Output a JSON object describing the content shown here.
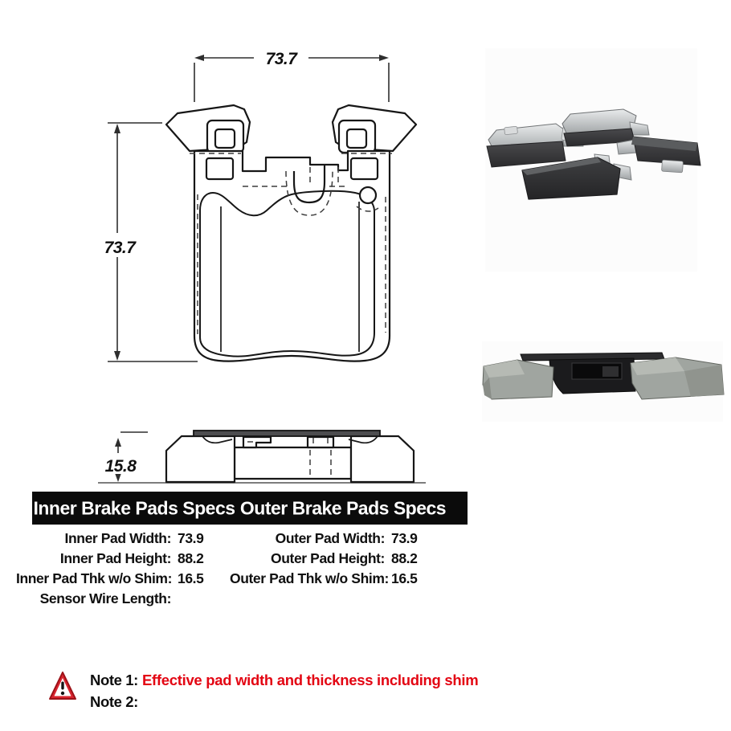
{
  "technical_drawing": {
    "width_dim": "73.7",
    "height_dim": "73.7",
    "thickness_dim": "15.8"
  },
  "spec_table": {
    "header_bg": "#0b0b0b",
    "inner_header": "Inner Brake Pads Specs",
    "outer_header": "Outer Brake Pads Specs",
    "inner_rows": [
      {
        "label": "Inner Pad Width:",
        "value": "73.9"
      },
      {
        "label": "Inner Pad Height:",
        "value": "88.2"
      },
      {
        "label": "Inner Pad Thk w/o Shim:",
        "value": "16.5"
      },
      {
        "label": "Sensor Wire Length:",
        "value": ""
      }
    ],
    "outer_rows": [
      {
        "label": "Outer Pad Width:",
        "value": "73.9"
      },
      {
        "label": "Outer Pad Height:",
        "value": "88.2"
      },
      {
        "label": "Outer Pad Thk w/o Shim:",
        "value": "16.5"
      }
    ]
  },
  "notes": {
    "warning_icon": "warning-triangle-icon",
    "note1_label": "Note 1:",
    "note1_text": "Effective pad width and thickness including shim",
    "note1_color": "#e30613",
    "note2_label": "Note 2:",
    "note2_text": ""
  },
  "photos": {
    "kit_photo": "brake-pad-set-with-shims-photo",
    "edge_photo": "brake-pad-edge-profile-photo"
  }
}
